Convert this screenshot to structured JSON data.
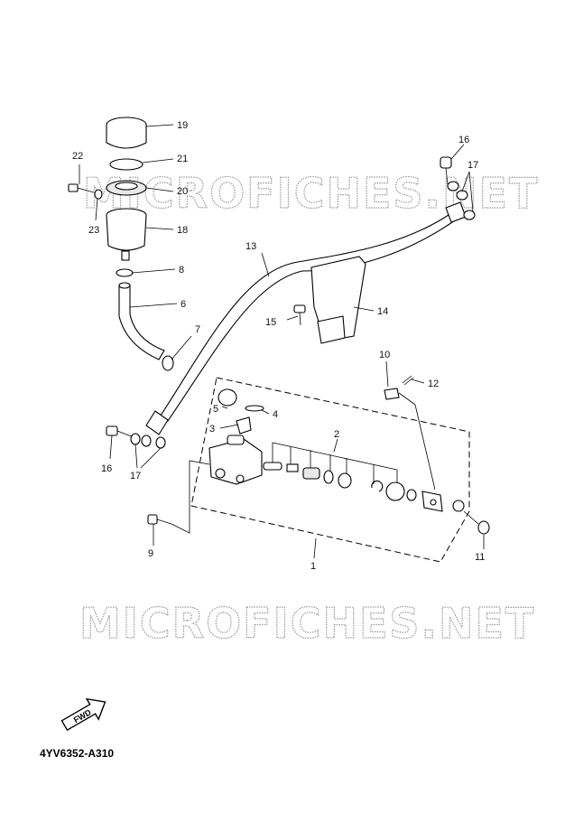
{
  "watermark": "MICROFICHES.NET",
  "diagram_code": "4YV6352-A310",
  "fwd_label": "FWD",
  "callouts": {
    "c1": "1",
    "c2": "2",
    "c3": "3",
    "c4": "4",
    "c5": "5",
    "c6": "6",
    "c7": "7",
    "c8": "8",
    "c9": "9",
    "c10": "10",
    "c11": "11",
    "c12": "12",
    "c13": "13",
    "c14": "14",
    "c15": "15",
    "c16a": "16",
    "c16b": "16",
    "c17a": "17",
    "c17b": "17",
    "c18": "18",
    "c19": "19",
    "c20": "20",
    "c21": "21",
    "c22": "22",
    "c23": "23"
  },
  "icons": {
    "fwd": "fwd-arrow-icon"
  }
}
